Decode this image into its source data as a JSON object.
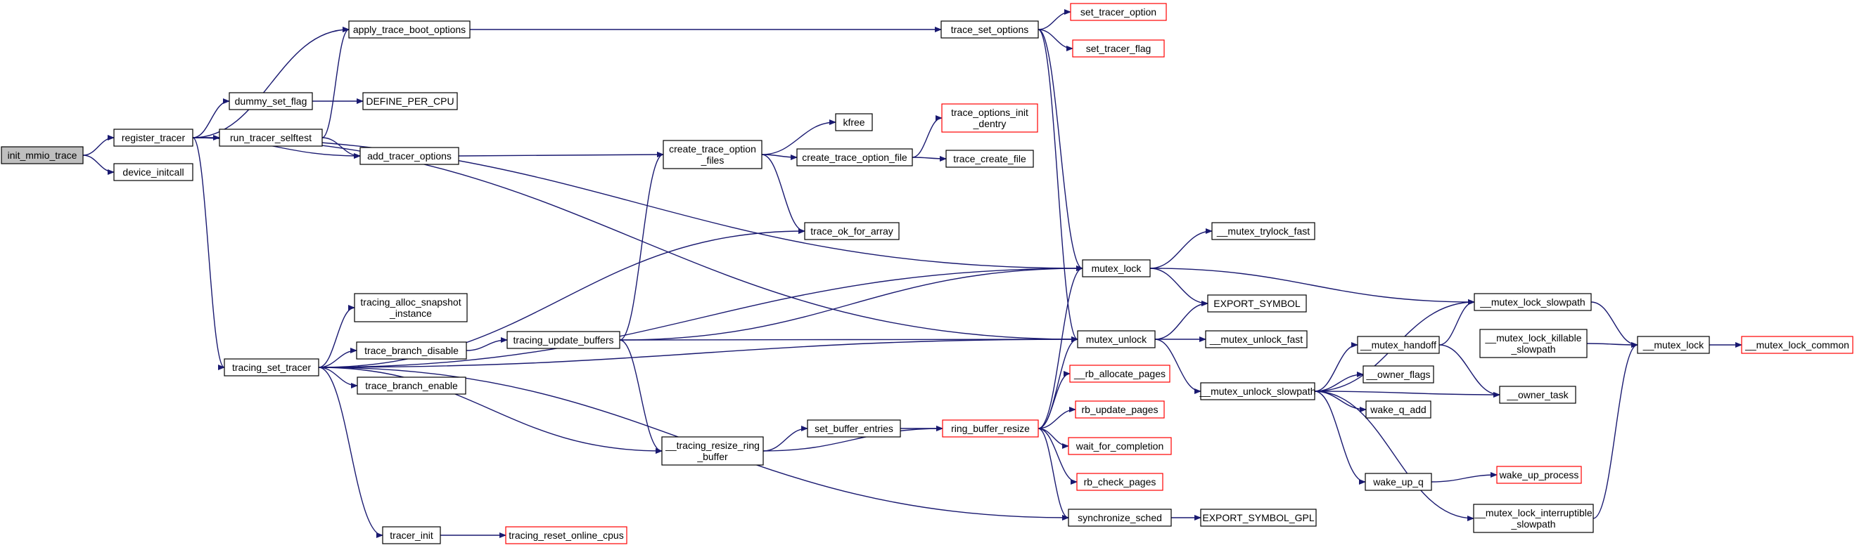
{
  "diagram": {
    "type": "call-graph",
    "colors": {
      "edge": "#191970",
      "node_fill": "#ffffff",
      "node_root_fill": "#bfbfbf",
      "node_border": "#000000",
      "node_truncated_border": "#ff0000"
    },
    "nodes": [
      {
        "id": "init_mmio_trace",
        "lines": [
          "init_mmio_trace"
        ],
        "style": "root"
      },
      {
        "id": "register_tracer",
        "lines": [
          "register_tracer"
        ],
        "style": "normal"
      },
      {
        "id": "device_initcall",
        "lines": [
          "device_initcall"
        ],
        "style": "normal"
      },
      {
        "id": "apply_trace_boot_options",
        "lines": [
          "apply_trace_boot_options"
        ],
        "style": "normal"
      },
      {
        "id": "dummy_set_flag",
        "lines": [
          "dummy_set_flag"
        ],
        "style": "normal"
      },
      {
        "id": "run_tracer_selftest",
        "lines": [
          "run_tracer_selftest"
        ],
        "style": "normal"
      },
      {
        "id": "DEFINE_PER_CPU",
        "lines": [
          "DEFINE_PER_CPU"
        ],
        "style": "normal"
      },
      {
        "id": "add_tracer_options",
        "lines": [
          "add_tracer_options"
        ],
        "style": "normal"
      },
      {
        "id": "trace_set_options",
        "lines": [
          "trace_set_options"
        ],
        "style": "normal"
      },
      {
        "id": "set_tracer_option",
        "lines": [
          "set_tracer_option"
        ],
        "style": "truncated"
      },
      {
        "id": "set_tracer_flag",
        "lines": [
          "set_tracer_flag"
        ],
        "style": "truncated"
      },
      {
        "id": "create_trace_option_files",
        "lines": [
          "create_trace_option",
          "_files"
        ],
        "style": "normal"
      },
      {
        "id": "kfree",
        "lines": [
          "kfree"
        ],
        "style": "normal"
      },
      {
        "id": "create_trace_option_file",
        "lines": [
          "create_trace_option_file"
        ],
        "style": "normal"
      },
      {
        "id": "trace_options_init_dentry",
        "lines": [
          "trace_options_init",
          "_dentry"
        ],
        "style": "truncated"
      },
      {
        "id": "trace_create_file",
        "lines": [
          "trace_create_file"
        ],
        "style": "normal"
      },
      {
        "id": "trace_ok_for_array",
        "lines": [
          "trace_ok_for_array"
        ],
        "style": "normal"
      },
      {
        "id": "mutex_lock",
        "lines": [
          "mutex_lock"
        ],
        "style": "normal"
      },
      {
        "id": "__mutex_trylock_fast",
        "lines": [
          "__mutex_trylock_fast"
        ],
        "style": "normal"
      },
      {
        "id": "tracing_alloc_snapshot_instance",
        "lines": [
          "tracing_alloc_snapshot",
          "_instance"
        ],
        "style": "normal"
      },
      {
        "id": "tracing_set_tracer",
        "lines": [
          "tracing_set_tracer"
        ],
        "style": "normal"
      },
      {
        "id": "trace_branch_disable",
        "lines": [
          "trace_branch_disable"
        ],
        "style": "normal"
      },
      {
        "id": "trace_branch_enable",
        "lines": [
          "trace_branch_enable"
        ],
        "style": "normal"
      },
      {
        "id": "tracing_update_buffers",
        "lines": [
          "tracing_update_buffers"
        ],
        "style": "normal"
      },
      {
        "id": "EXPORT_SYMBOL",
        "lines": [
          "EXPORT_SYMBOL"
        ],
        "style": "normal"
      },
      {
        "id": "mutex_unlock",
        "lines": [
          "mutex_unlock"
        ],
        "style": "normal"
      },
      {
        "id": "__mutex_unlock_fast",
        "lines": [
          "__mutex_unlock_fast"
        ],
        "style": "normal"
      },
      {
        "id": "__mutex_lock_slowpath",
        "lines": [
          "__mutex_lock_slowpath"
        ],
        "style": "normal"
      },
      {
        "id": "__mutex_handoff",
        "lines": [
          "__mutex_handoff"
        ],
        "style": "normal"
      },
      {
        "id": "__mutex_lock_killable_slowpath",
        "lines": [
          "__mutex_lock_killable",
          "_slowpath"
        ],
        "style": "normal"
      },
      {
        "id": "__mutex_lock",
        "lines": [
          "__mutex_lock"
        ],
        "style": "normal"
      },
      {
        "id": "__mutex_lock_common",
        "lines": [
          "__mutex_lock_common"
        ],
        "style": "truncated"
      },
      {
        "id": "__mutex_unlock_slowpath",
        "lines": [
          "__mutex_unlock_slowpath"
        ],
        "style": "normal"
      },
      {
        "id": "__owner_flags",
        "lines": [
          "__owner_flags"
        ],
        "style": "normal"
      },
      {
        "id": "__owner_task",
        "lines": [
          "__owner_task"
        ],
        "style": "normal"
      },
      {
        "id": "wake_q_add",
        "lines": [
          "wake_q_add"
        ],
        "style": "normal"
      },
      {
        "id": "__rb_allocate_pages",
        "lines": [
          "__rb_allocate_pages"
        ],
        "style": "truncated"
      },
      {
        "id": "rb_update_pages",
        "lines": [
          "rb_update_pages"
        ],
        "style": "truncated"
      },
      {
        "id": "set_buffer_entries",
        "lines": [
          "set_buffer_entries"
        ],
        "style": "normal"
      },
      {
        "id": "ring_buffer_resize",
        "lines": [
          "ring_buffer_resize"
        ],
        "style": "truncated"
      },
      {
        "id": "wait_for_completion",
        "lines": [
          "wait_for_completion"
        ],
        "style": "truncated"
      },
      {
        "id": "__tracing_resize_ring_buffer",
        "lines": [
          "__tracing_resize_ring",
          "_buffer"
        ],
        "style": "normal"
      },
      {
        "id": "rb_check_pages",
        "lines": [
          "rb_check_pages"
        ],
        "style": "truncated"
      },
      {
        "id": "wake_up_q",
        "lines": [
          "wake_up_q"
        ],
        "style": "normal"
      },
      {
        "id": "wake_up_process",
        "lines": [
          "wake_up_process"
        ],
        "style": "truncated"
      },
      {
        "id": "synchronize_sched",
        "lines": [
          "synchronize_sched"
        ],
        "style": "normal"
      },
      {
        "id": "EXPORT_SYMBOL_GPL",
        "lines": [
          "EXPORT_SYMBOL_GPL"
        ],
        "style": "normal"
      },
      {
        "id": "__mutex_lock_interruptible_slowpath",
        "lines": [
          "__mutex_lock_interruptible",
          "_slowpath"
        ],
        "style": "normal"
      },
      {
        "id": "tracer_init",
        "lines": [
          "tracer_init"
        ],
        "style": "normal"
      },
      {
        "id": "tracing_reset_online_cpus",
        "lines": [
          "tracing_reset_online_cpus"
        ],
        "style": "truncated"
      }
    ],
    "edges": [
      [
        "init_mmio_trace",
        "register_tracer"
      ],
      [
        "init_mmio_trace",
        "device_initcall"
      ],
      [
        "register_tracer",
        "apply_trace_boot_options"
      ],
      [
        "register_tracer",
        "mutex_lock"
      ],
      [
        "register_tracer",
        "dummy_set_flag"
      ],
      [
        "register_tracer",
        "run_tracer_selftest"
      ],
      [
        "register_tracer",
        "add_tracer_options"
      ],
      [
        "register_tracer",
        "mutex_unlock"
      ],
      [
        "register_tracer",
        "tracing_set_tracer"
      ],
      [
        "apply_trace_boot_options",
        "trace_set_options"
      ],
      [
        "trace_set_options",
        "set_tracer_option"
      ],
      [
        "trace_set_options",
        "set_tracer_flag"
      ],
      [
        "trace_set_options",
        "mutex_lock"
      ],
      [
        "trace_set_options",
        "mutex_unlock"
      ],
      [
        "dummy_set_flag",
        "DEFINE_PER_CPU"
      ],
      [
        "run_tracer_selftest",
        "apply_trace_boot_options"
      ],
      [
        "run_tracer_selftest",
        "add_tracer_options"
      ],
      [
        "add_tracer_options",
        "create_trace_option_files"
      ],
      [
        "create_trace_option_files",
        "kfree"
      ],
      [
        "create_trace_option_files",
        "create_trace_option_file"
      ],
      [
        "create_trace_option_files",
        "trace_ok_for_array"
      ],
      [
        "create_trace_option_file",
        "trace_options_init_dentry"
      ],
      [
        "create_trace_option_file",
        "trace_create_file"
      ],
      [
        "tracing_set_tracer",
        "trace_ok_for_array"
      ],
      [
        "tracing_set_tracer",
        "mutex_lock"
      ],
      [
        "tracing_set_tracer",
        "tracing_alloc_snapshot_instance"
      ],
      [
        "tracing_set_tracer",
        "trace_branch_disable"
      ],
      [
        "tracing_set_tracer",
        "trace_branch_enable"
      ],
      [
        "tracing_set_tracer",
        "mutex_unlock"
      ],
      [
        "tracing_set_tracer",
        "__tracing_resize_ring_buffer"
      ],
      [
        "tracing_set_tracer",
        "synchronize_sched"
      ],
      [
        "tracing_set_tracer",
        "tracer_init"
      ],
      [
        "trace_branch_disable",
        "tracing_update_buffers"
      ],
      [
        "tracing_update_buffers",
        "create_trace_option_files"
      ],
      [
        "tracing_update_buffers",
        "mutex_lock"
      ],
      [
        "tracing_update_buffers",
        "mutex_unlock"
      ],
      [
        "tracing_update_buffers",
        "__tracing_resize_ring_buffer"
      ],
      [
        "mutex_lock",
        "__mutex_trylock_fast"
      ],
      [
        "mutex_lock",
        "EXPORT_SYMBOL"
      ],
      [
        "mutex_lock",
        "__mutex_lock_slowpath"
      ],
      [
        "mutex_unlock",
        "EXPORT_SYMBOL"
      ],
      [
        "mutex_unlock",
        "__mutex_unlock_fast"
      ],
      [
        "mutex_unlock",
        "__mutex_unlock_slowpath"
      ],
      [
        "__mutex_lock_slowpath",
        "__mutex_lock"
      ],
      [
        "__mutex_lock_killable_slowpath",
        "__mutex_lock"
      ],
      [
        "__mutex_lock_interruptible_slowpath",
        "__mutex_lock"
      ],
      [
        "__mutex_lock",
        "__mutex_lock_common"
      ],
      [
        "__mutex_unlock_slowpath",
        "__mutex_handoff"
      ],
      [
        "__mutex_unlock_slowpath",
        "__owner_flags"
      ],
      [
        "__mutex_unlock_slowpath",
        "wake_q_add"
      ],
      [
        "__mutex_unlock_slowpath",
        "__owner_task"
      ],
      [
        "__mutex_unlock_slowpath",
        "wake_up_q"
      ],
      [
        "__mutex_unlock_slowpath",
        "__mutex_lock_slowpath"
      ],
      [
        "__mutex_unlock_slowpath",
        "__mutex_lock_interruptible_slowpath"
      ],
      [
        "__mutex_handoff",
        "__mutex_lock_slowpath"
      ],
      [
        "__mutex_handoff",
        "__owner_task"
      ],
      [
        "wake_up_q",
        "wake_up_process"
      ],
      [
        "__tracing_resize_ring_buffer",
        "set_buffer_entries"
      ],
      [
        "__tracing_resize_ring_buffer",
        "ring_buffer_resize"
      ],
      [
        "set_buffer_entries",
        "ring_buffer_resize"
      ],
      [
        "ring_buffer_resize",
        "mutex_lock"
      ],
      [
        "ring_buffer_resize",
        "mutex_unlock"
      ],
      [
        "ring_buffer_resize",
        "__rb_allocate_pages"
      ],
      [
        "ring_buffer_resize",
        "rb_update_pages"
      ],
      [
        "ring_buffer_resize",
        "wait_for_completion"
      ],
      [
        "ring_buffer_resize",
        "rb_check_pages"
      ],
      [
        "ring_buffer_resize",
        "synchronize_sched"
      ],
      [
        "synchronize_sched",
        "EXPORT_SYMBOL_GPL"
      ],
      [
        "tracer_init",
        "tracing_reset_online_cpus"
      ]
    ]
  }
}
